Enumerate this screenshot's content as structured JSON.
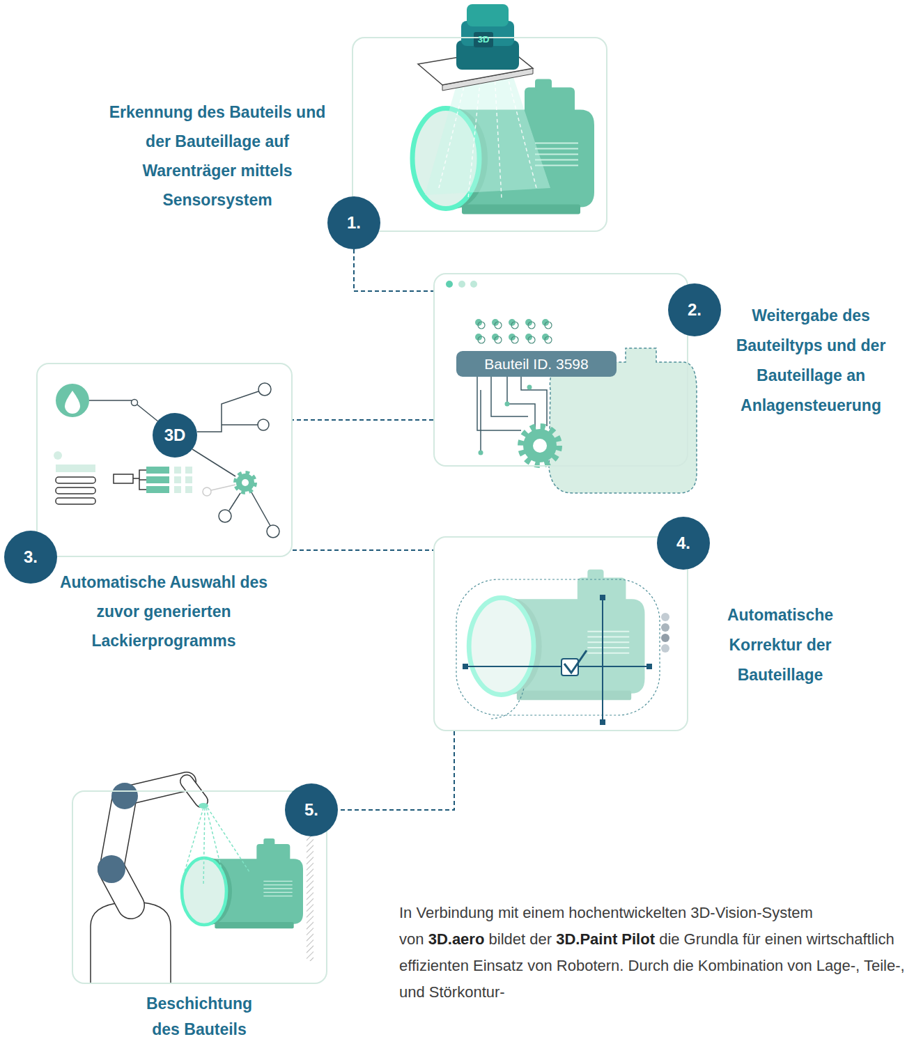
{
  "diagram": {
    "nodes": [
      {
        "text": [
          "Erkennung des Bauteils und der Bauteillage auf Warenträger mittels Sensorsystem"
        ]
      },
      {
        "text": [
          "1."
        ],
        "in": 0
      },
      {
        "text": [
          "Weitergabe des Bauteiltyps und der Bauteillage an Anlagensteuerung"
        ]
      },
      {
        "text": [
          "2."
        ],
        "in": 2
      },
      {
        "text": [
          "Bauteil ID. 3598"
        ],
        "in": 2
      },
      {
        "text": [
          "Automatische Auswahl des zuvor generierten Lackierprogramms"
        ]
      },
      {
        "text": [
          "3."
        ],
        "in": 5
      },
      {
        "text": [
          "3D"
        ],
        "in": 5
      },
      {
        "text": [
          "Automatische Korrektur der Bauteillage"
        ]
      },
      {
        "text": [
          "4."
        ],
        "in": 8
      },
      {
        "text": [
          "Beschichtung des Bauteils"
        ]
      },
      {
        "text": [
          "5."
        ],
        "in": 10
      }
    ],
    "edges": [
      {
        "from": 1,
        "to": 2,
        "arrow": "none"
      },
      {
        "from": 2,
        "to": 5,
        "arrow": "none"
      },
      {
        "from": 5,
        "to": 8,
        "arrow": "none"
      },
      {
        "from": 8,
        "to": 11,
        "arrow": "none"
      }
    ],
    "labels": [
      "3D",
      "In Verbindung mit einem hochentwickelten 3D-Vision-System von",
      "3D.aero",
      "bildet der",
      "3D.Paint Pilot",
      "die Grundla für einen wirtschaftlich effizienten Einsatz von Robotern. Durch die Kombination von Lage-, Teile-, und Störkontur-"
    ]
  }
}
